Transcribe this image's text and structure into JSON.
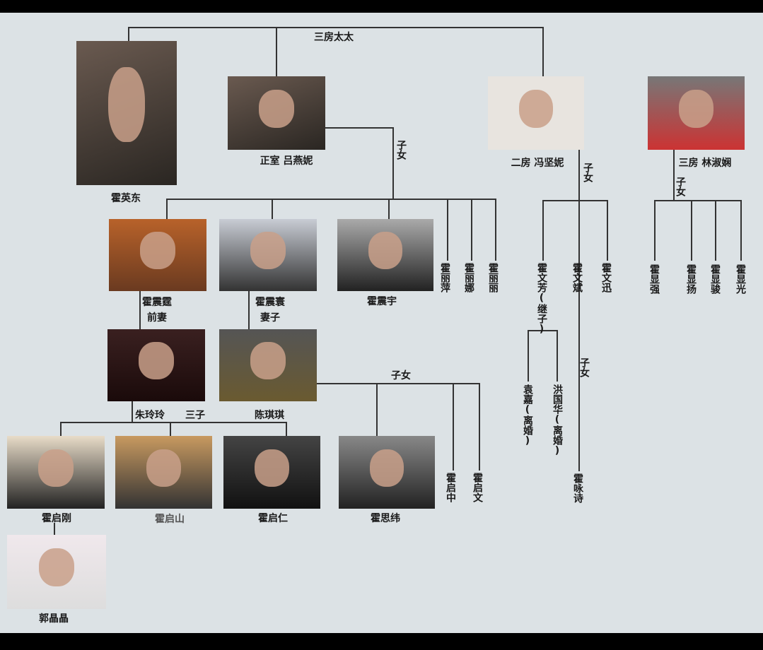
{
  "top_label": "三房太太",
  "children_label": "子女",
  "patriarch": "霍英东",
  "wives": [
    {
      "label": "正室 吕燕妮"
    },
    {
      "label": "二房 冯坚妮"
    },
    {
      "label": "三房 林淑娴"
    }
  ],
  "gen2": {
    "zhenting": "霍震霆",
    "ex_wife": "前妻",
    "zhenhuan": "霍震寰",
    "wife": "妻子",
    "zhenyu": "霍震宇",
    "daughters": [
      "霍丽萍",
      "霍丽娜",
      "霍丽丽"
    ]
  },
  "feng_children": [
    "霍文芳(继子)",
    "霍文斌",
    "霍文迅"
  ],
  "wenfang_spouses": [
    "袁嘉(离婚)",
    "洪国华(离婚)"
  ],
  "wenbin_child": "霍咏诗",
  "lin_children": [
    "霍显强",
    "霍显扬",
    "霍显骏",
    "霍显光"
  ],
  "gen3_spouses": {
    "zhu": "朱玲玲",
    "three_sons": "三子",
    "chen": "陈琪琪"
  },
  "gen4": [
    "霍启刚",
    "霍启山",
    "霍启仁",
    "霍思纬"
  ],
  "gen4_vertical": [
    "霍启中",
    "霍启文"
  ],
  "daughter_in_law": "郭晶晶"
}
